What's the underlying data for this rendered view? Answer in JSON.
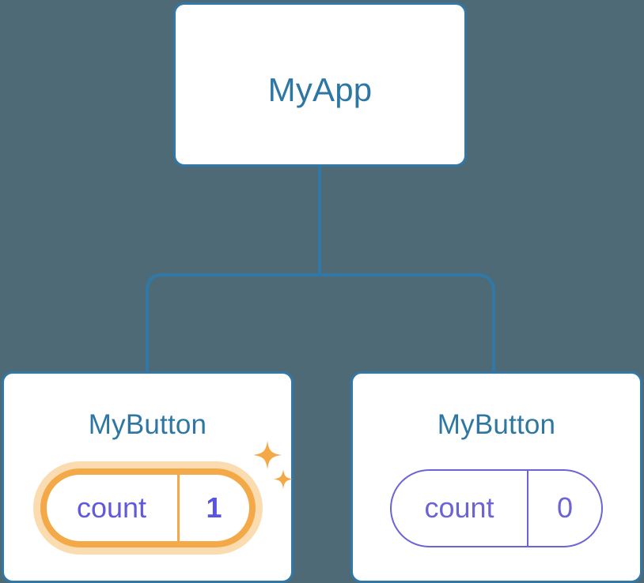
{
  "diagram": {
    "type": "component-tree",
    "background_color": "#4d6a76",
    "node_border_color": "#3178a6",
    "node_title_color": "#2e77a3",
    "connector_color": "#3178a6",
    "highlight_color": "#f4a948",
    "highlight_halo_color": "#fbdcb1",
    "state_color": "#6b63d6",
    "state_highlight_color": "#5a52e0"
  },
  "root": {
    "title": "MyApp"
  },
  "children": [
    {
      "title": "MyButton",
      "state": {
        "key": "count",
        "value": "1"
      },
      "highlighted": true,
      "sparkle_icons": [
        "sparkle-large-icon",
        "sparkle-small-icon"
      ]
    },
    {
      "title": "MyButton",
      "state": {
        "key": "count",
        "value": "0"
      },
      "highlighted": false
    }
  ]
}
